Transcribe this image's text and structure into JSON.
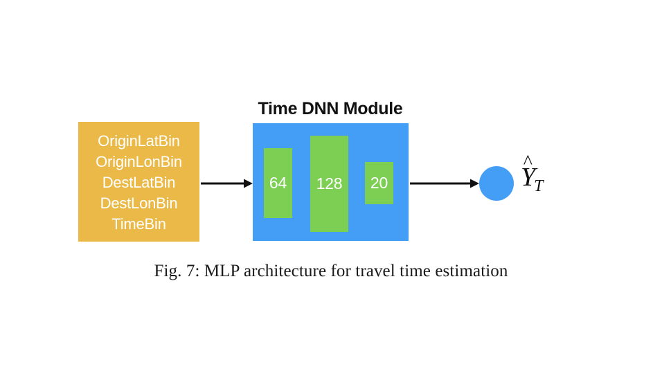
{
  "figure": {
    "caption": "Fig. 7: MLP architecture for travel time estimation",
    "background_color": "#ffffff"
  },
  "input_block": {
    "name": "input-features",
    "color": "#eab947",
    "text_color": "#ffffff",
    "features": [
      "OriginLatBin",
      "OriginLonBin",
      "DestLatBin",
      "DestLonBin",
      "TimeBin"
    ]
  },
  "module": {
    "title": "Time DNN Module",
    "color": "#459ef5",
    "layers": [
      {
        "label": "64",
        "units": 64,
        "color": "#7ccf53"
      },
      {
        "label": "128",
        "units": 128,
        "color": "#7ccf53"
      },
      {
        "label": "20",
        "units": 20,
        "color": "#7ccf53"
      }
    ]
  },
  "arrows": [
    {
      "name": "input-to-module",
      "from": "input-features",
      "to": "time-dnn-module",
      "color": "#111111"
    },
    {
      "name": "module-to-output",
      "from": "time-dnn-module",
      "to": "output-node",
      "color": "#111111"
    }
  ],
  "output": {
    "node_color": "#459ef5",
    "label_variable": "Y",
    "label_accent": "^",
    "label_subscript": "T"
  }
}
